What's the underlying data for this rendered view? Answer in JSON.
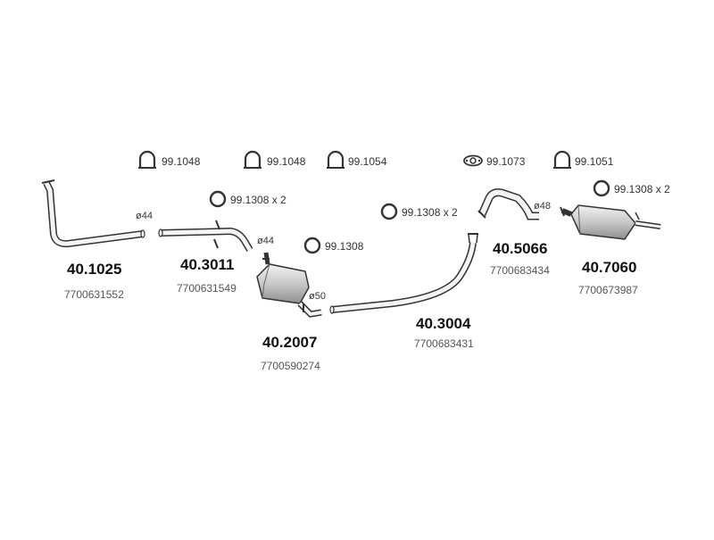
{
  "clamps": [
    {
      "code": "99.1048"
    },
    {
      "code": "99.1048"
    },
    {
      "code": "99.1054"
    },
    {
      "code": "99.1073"
    },
    {
      "code": "99.1051"
    }
  ],
  "gaskets": [
    {
      "code": "99.1308 x 2"
    },
    {
      "code": "99.1308"
    },
    {
      "code": "99.1308 x 2"
    },
    {
      "code": "99.1308 x 2"
    }
  ],
  "parts": [
    {
      "number": "40.1025",
      "ref": "7700631552"
    },
    {
      "number": "40.3011",
      "ref": "7700631549"
    },
    {
      "number": "40.2007",
      "ref": "7700590274"
    },
    {
      "number": "40.3004",
      "ref": "7700683431"
    },
    {
      "number": "40.5066",
      "ref": "7700683434"
    },
    {
      "number": "40.7060",
      "ref": "7700673987"
    }
  ],
  "diameters": [
    "ø44",
    "ø44",
    "ø50",
    "ø48"
  ],
  "colors": {
    "line": "#333333",
    "fill_light": "#ececec",
    "fill_mid": "#bdbdbd",
    "fill_dark": "#8a8a8a"
  }
}
